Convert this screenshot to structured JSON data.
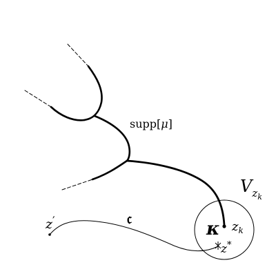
{
  "labels": {
    "supp": "supp",
    "supp_open": "[",
    "supp_mu": "μ",
    "supp_close": "]",
    "V": "V",
    "V_sub_z": "z",
    "V_sub_k": "k",
    "z_prime_z": "z",
    "z_prime_mark": "′",
    "curve_c": "𝔠",
    "kappa": "κ",
    "zk_z": "z",
    "zk_k": "k",
    "zstar_z": "z",
    "zstar_mark": "*"
  },
  "colors": {
    "stroke": "#000000",
    "background": "#ffffff"
  }
}
